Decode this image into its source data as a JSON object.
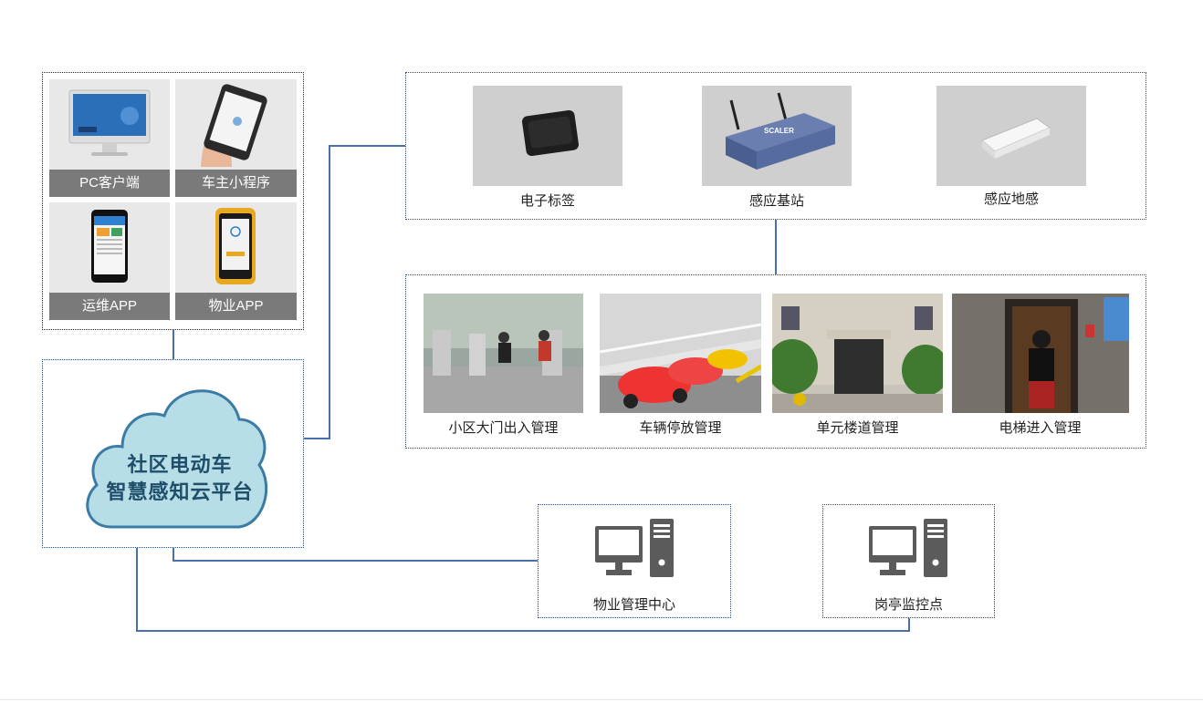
{
  "clients": {
    "pc": "PC客户端",
    "miniprogram": "车主小程序",
    "ops_app": "运维APP",
    "property_app": "物业APP"
  },
  "platform": {
    "line1": "社区电动车",
    "line2": "智慧感知云平台"
  },
  "devices": {
    "tag": "电子标签",
    "base_station": "感应基站",
    "ground_sensor": "感应地感"
  },
  "scenarios": {
    "gate": "小区大门出入管理",
    "parking": "车辆停放管理",
    "corridor": "单元楼道管理",
    "elevator": "电梯进入管理"
  },
  "centers": {
    "property_center": "物业管理中心",
    "guard_post": "岗亭监控点"
  },
  "base_station_brand": "SCALER",
  "colors": {
    "connector": "#4a6fb0",
    "cloud_fill": "#b7dde6",
    "cloud_stroke": "#3a7ca5",
    "label_bg": "#7a7a7a"
  }
}
